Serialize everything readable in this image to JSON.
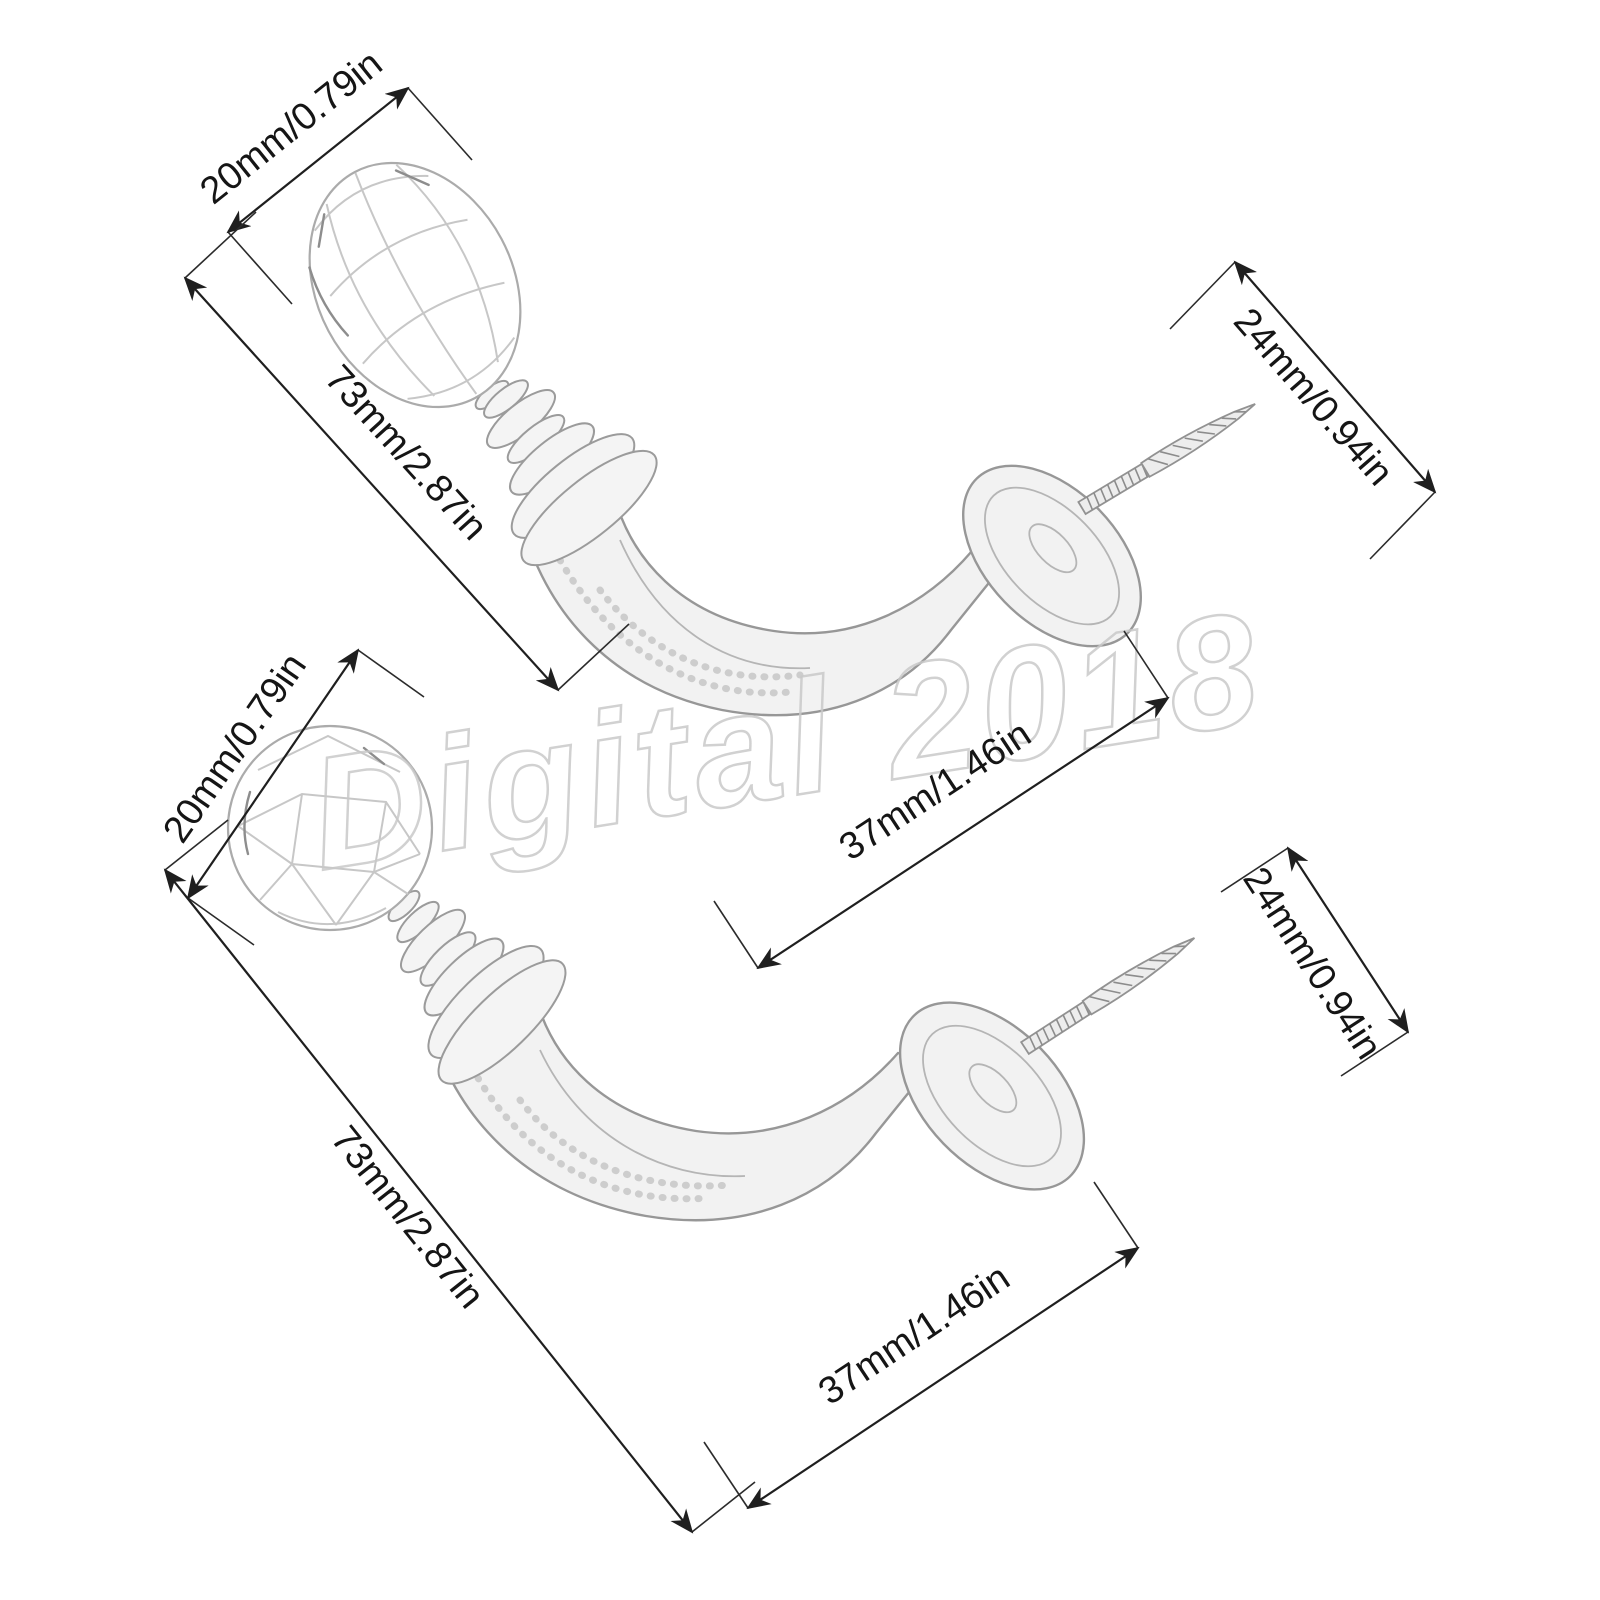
{
  "watermark": {
    "text": "Digital 2018"
  },
  "hook_top": {
    "knob_diameter": "20mm/0.79in",
    "overall_length": "73mm/2.87in",
    "screw_length": "24mm/0.94in",
    "projection": "37mm/1.46in"
  },
  "hook_bottom": {
    "knob_diameter": "20mm/0.79in",
    "overall_length": "73mm/2.87in",
    "screw_length": "24mm/0.94in",
    "projection": "37mm/1.46in"
  }
}
